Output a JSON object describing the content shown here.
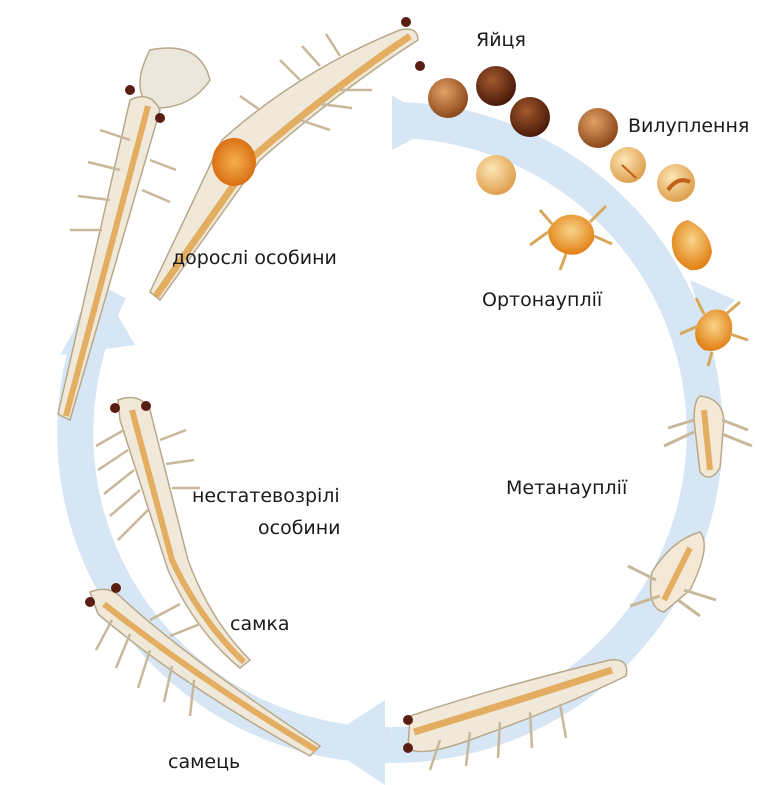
{
  "labels": {
    "eggs": "Яйця",
    "hatching": "Вилуплення",
    "orthonauplii": "Ортонауплії",
    "metanauplii": "Метанауплії",
    "juvenile_line1": "нестатевозрілі",
    "juvenile_line2": "особини",
    "female": "самка",
    "male": "самець",
    "adults": "дорослі особини"
  },
  "colors": {
    "cycle_arrow": "#d6e6f4",
    "shrimp_body": "#f0e8d8",
    "shrimp_outline": "#b8a88a",
    "gut": "#e3ae62",
    "eye": "#5a1d12",
    "egg_dark": "#6e2d12",
    "egg_brown": "#b5703a",
    "egg_light": "#f1c986",
    "larva": "#f2a431",
    "brood_sac": "#ec8b1c"
  },
  "stages": [
    "eggs-icon",
    "hatching-egg-icon",
    "orthonauplius-icon",
    "metanauplius-icon",
    "juvenile-shrimp-icon",
    "female-shrimp-icon",
    "male-shrimp-icon",
    "adult-shrimp-icon"
  ]
}
